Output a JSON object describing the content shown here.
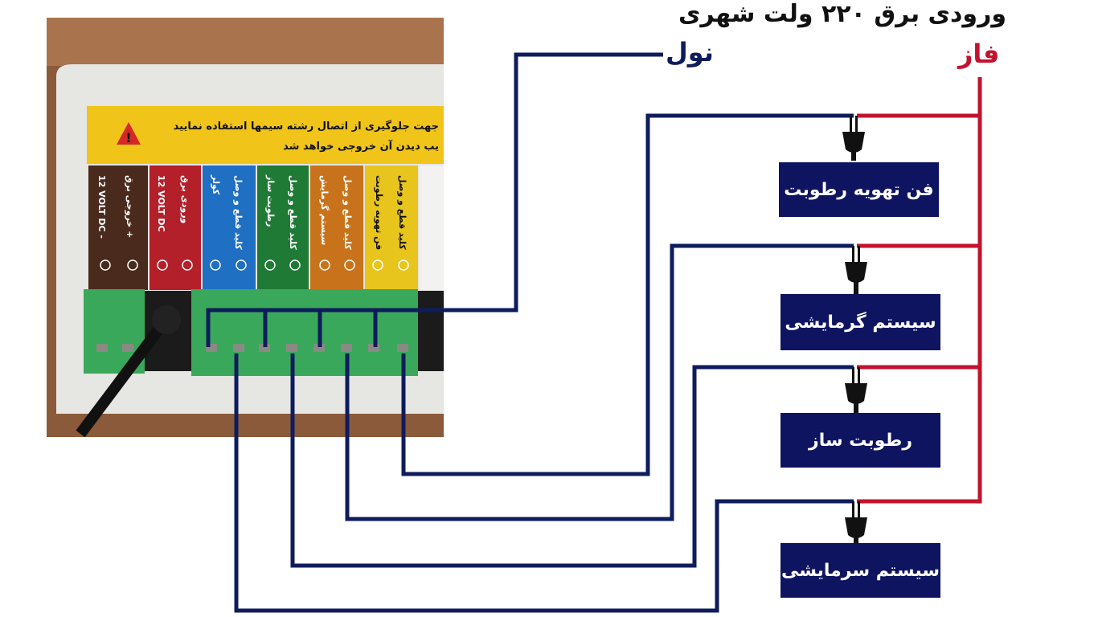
{
  "header": {
    "title": "ورودی برق ۲۲۰ ولت شهری",
    "neutral_label": "نول",
    "phase_label": "فاز"
  },
  "device": {
    "warning_line1": "جهت جلوگیری از اتصال رشته سیمها استفاده نمایید",
    "warning_line2": "یب دیدن آن خروجی خواهد شد",
    "strips": [
      {
        "line1": "12 VOLT DC  -",
        "line2": "خروجی برق  +",
        "color": "#4a2a1c"
      },
      {
        "line1": "12 VOLT DC",
        "line2": "ورودی برق",
        "color": "#b3202a"
      },
      {
        "line1": "کلید قطع و وصل",
        "line2": "کولر",
        "color": "#1f6fc2"
      },
      {
        "line1": "کلید قطع و وصل",
        "line2": "رطوبت ساز",
        "color": "#1f7a36"
      },
      {
        "line1": "کلید قطع و وصل",
        "line2": "سیستم گرمایش",
        "color": "#c8731b"
      },
      {
        "line1": "کلید قطع و وصل",
        "line2": "فن تهویه رطوبت",
        "color": "#e8c51c"
      }
    ]
  },
  "loads": [
    {
      "label": "فن تهویه رطوبت"
    },
    {
      "label": "سیستم گرمایشی"
    },
    {
      "label": "رطوبت ساز"
    },
    {
      "label": "سیستم سرمایشی"
    }
  ],
  "colors": {
    "neutral_wire": "#0f1c5c",
    "phase_wire": "#c2132e",
    "label_box": "#0f1461",
    "terminal_green": "#3aa85a"
  }
}
